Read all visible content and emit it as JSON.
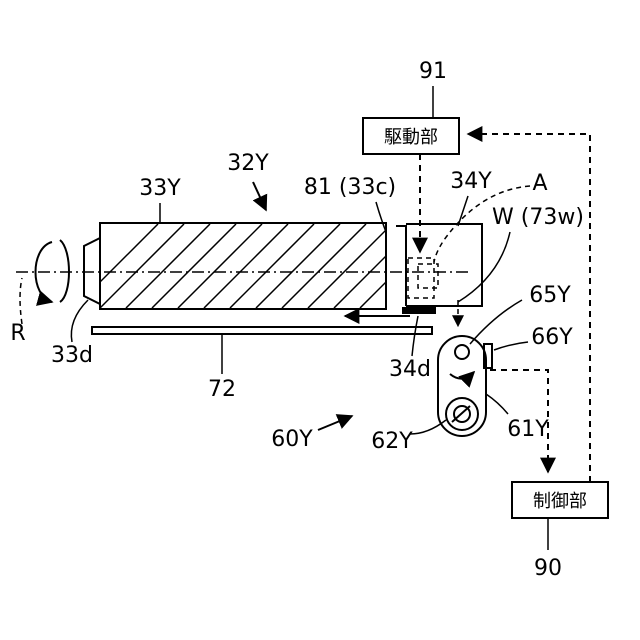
{
  "labels": {
    "n91": "91",
    "drive_unit": "駆動部",
    "n32y": "32Y",
    "n33y": "33Y",
    "n81": "81 (33c)",
    "n34y": "34Y",
    "a": "A",
    "w": "W (73w)",
    "n65y": "65Y",
    "n66y": "66Y",
    "r": "R",
    "n33d": "33d",
    "n72": "72",
    "n34d": "34d",
    "n61y": "61Y",
    "n60y": "60Y",
    "n62y": "62Y",
    "control_unit": "制御部",
    "n90": "90"
  }
}
